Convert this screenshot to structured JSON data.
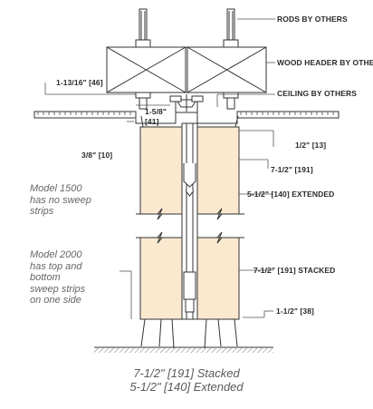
{
  "callouts": {
    "rods": "RODS BY OTHERS",
    "header": "WOOD HEADER BY OTHERS",
    "ceiling": "CEILING BY OTHERS",
    "dim_1_13_16": "1-13/16\" [46]",
    "dim_5_8_a": "1-5/8\"",
    "dim_5_8_b": "[41]",
    "dim_3_8": "3/8\" [10]",
    "dim_1_2": "1/2\" [13]",
    "dim_7_1_2_top": "7-1/2\" [191]",
    "dim_5_1_2_ext": "5-1/2\" [140] EXTENDED",
    "dim_7_1_2_stacked": "7-1/2\" [191] STACKED",
    "dim_1_1_2": "1-1/2\" [38]"
  },
  "notes": {
    "model_1500": "Model 1500\nhas no sweep\nstrips",
    "model_2000": "Model 2000\nhas top and\nbottom\nsweep strips\non one side"
  },
  "caption": {
    "line1": "7-1/2\" [191] Stacked",
    "line2": "5-1/2\" [140] Extended"
  },
  "colors": {
    "panel_fill": "#fbe9cf",
    "line": "#333333",
    "dim_line": "#555555",
    "text": "#2a2a2a",
    "note_text": "#666666"
  }
}
